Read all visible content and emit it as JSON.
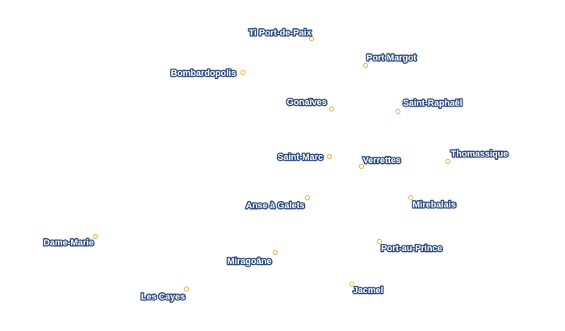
{
  "map": {
    "marker_color": "#e8b54a",
    "label_fill": "#ffffff",
    "label_outline": "#2b4a7d",
    "cities": [
      {
        "name": "Ti Port-de-Paix"
      },
      {
        "name": "Port Margot"
      },
      {
        "name": "Bombardopolis"
      },
      {
        "name": "Gonaïves"
      },
      {
        "name": "Saint-Raphaël"
      },
      {
        "name": "Thomassique"
      },
      {
        "name": "Saint-Marc"
      },
      {
        "name": "Verrettes"
      },
      {
        "name": "Anse à Galets"
      },
      {
        "name": "Mirebalais"
      },
      {
        "name": "Dame-Marie"
      },
      {
        "name": "Port-au-Prince"
      },
      {
        "name": "Miragoâne"
      },
      {
        "name": "Jacmel"
      },
      {
        "name": "Les Cayes"
      }
    ]
  }
}
